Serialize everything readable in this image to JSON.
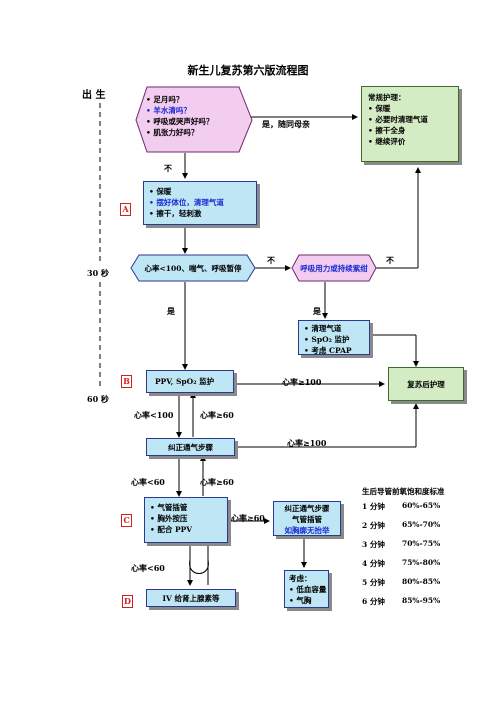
{
  "title": "新生儿复苏第六版流程图",
  "timeline": {
    "birth": "出 生",
    "t30": "30 秒",
    "t60": "60 秒"
  },
  "assess": {
    "items": [
      "足月吗？",
      "羊水清吗？",
      "呼吸或哭声好吗？",
      "肌张力好吗？"
    ],
    "yes_label": "是，随同母亲"
  },
  "routine": {
    "heading": "常规护理：",
    "items": [
      "保暖",
      "必要时清理气道",
      "擦干全身",
      "继续评价"
    ]
  },
  "stepA": {
    "badge": "A",
    "no_label": "不",
    "items": [
      "保暖",
      "摆好体位，清理气道",
      "擦干，轻刺激"
    ]
  },
  "hr_check": {
    "text": "心率<100、喘气、呼吸暂停",
    "no_left": "不",
    "no_right": "不",
    "yes_left": "是",
    "yes_right": "是"
  },
  "labored": {
    "text": "呼吸用力或持续紫绀"
  },
  "airway_box": {
    "items": [
      "清理气道",
      "SpO₂ 监护",
      "考虑 CPAP"
    ]
  },
  "stepB": {
    "badge": "B",
    "text": "PPV,  SpO₂ 监护",
    "hr_lt100": "心率<100",
    "hr_ge60": "心率≥60",
    "hr_ge100": "心率≥100"
  },
  "post_care": {
    "text": "复苏后护理"
  },
  "correct": {
    "text": "纠正通气步骤",
    "hr_ge100": "心率≥100",
    "hr_lt60": "心率<60",
    "hr_ge60": "心率≥60"
  },
  "stepC": {
    "badge": "C",
    "items": [
      "气管插管",
      "胸外按压",
      "配合 PPV"
    ],
    "hr_ge60": "心率≥60",
    "hr_lt60": "心率<60"
  },
  "correct2": {
    "lines": [
      "纠正通气步骤",
      "气管插管",
      "如胸廓无抬举"
    ]
  },
  "consider": {
    "heading": "考虑：",
    "items": [
      "低血容量",
      "气胸"
    ]
  },
  "stepD": {
    "badge": "D",
    "text": "IV 给肾上腺素等"
  },
  "spo2_table": {
    "heading": "生后导管前氧饱和度标准",
    "rows": [
      {
        "time": "1 分钟",
        "range": "60%-65%"
      },
      {
        "time": "2 分钟",
        "range": "65%-70%"
      },
      {
        "time": "3 分钟",
        "range": "70%-75%"
      },
      {
        "time": "4 分钟",
        "range": "75%-80%"
      },
      {
        "time": "5 分钟",
        "range": "80%-85%"
      },
      {
        "time": "6 分钟",
        "range": "85%-95%"
      }
    ]
  },
  "colors": {
    "box_fill": "#bfe6f5",
    "green_fill": "#d4ecc4",
    "purple_fill": "#f3cdf0",
    "highlight_text": "#1a2bd4",
    "badge_red": "#cc2222"
  }
}
